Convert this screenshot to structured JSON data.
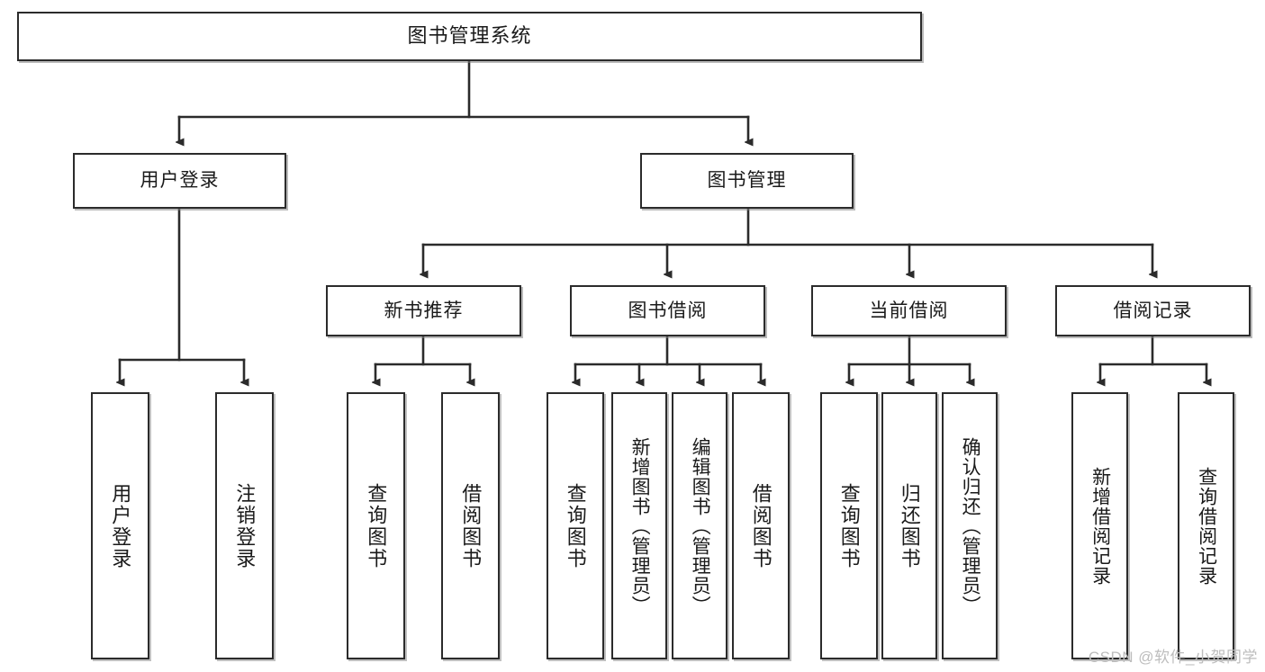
{
  "diagram": {
    "type": "tree",
    "title": "图书管理系统",
    "watermark": "CSDN @软件_小贺同学",
    "colors": {
      "border": "#2b2b2b",
      "background": "#ffffff",
      "text": "#1a1a1a",
      "watermark": "#bdbdbd",
      "connector": "#2b2b2b"
    },
    "levels": {
      "root": {
        "label": "图书管理系统"
      },
      "level2": [
        {
          "label": "用户登录"
        },
        {
          "label": "图书管理"
        }
      ],
      "level3": [
        {
          "label": "新书推荐"
        },
        {
          "label": "图书借阅"
        },
        {
          "label": "当前借阅"
        },
        {
          "label": "借阅记录"
        }
      ],
      "leaves": {
        "user_login": [
          {
            "label": "用户登录"
          },
          {
            "label": "注销登录"
          }
        ],
        "new_book": [
          {
            "label": "查询图书"
          },
          {
            "label": "借阅图书"
          }
        ],
        "book_borrow": [
          {
            "label": "查询图书"
          },
          {
            "label": "新增图书（管理员）"
          },
          {
            "label": "编辑图书（管理员）"
          },
          {
            "label": "借阅图书"
          }
        ],
        "current_borrow": [
          {
            "label": "查询图书"
          },
          {
            "label": "归还图书"
          },
          {
            "label": "确认归还（管理员）"
          }
        ],
        "borrow_record": [
          {
            "label": "新增借阅记录"
          },
          {
            "label": "查询借阅记录"
          }
        ]
      }
    }
  }
}
